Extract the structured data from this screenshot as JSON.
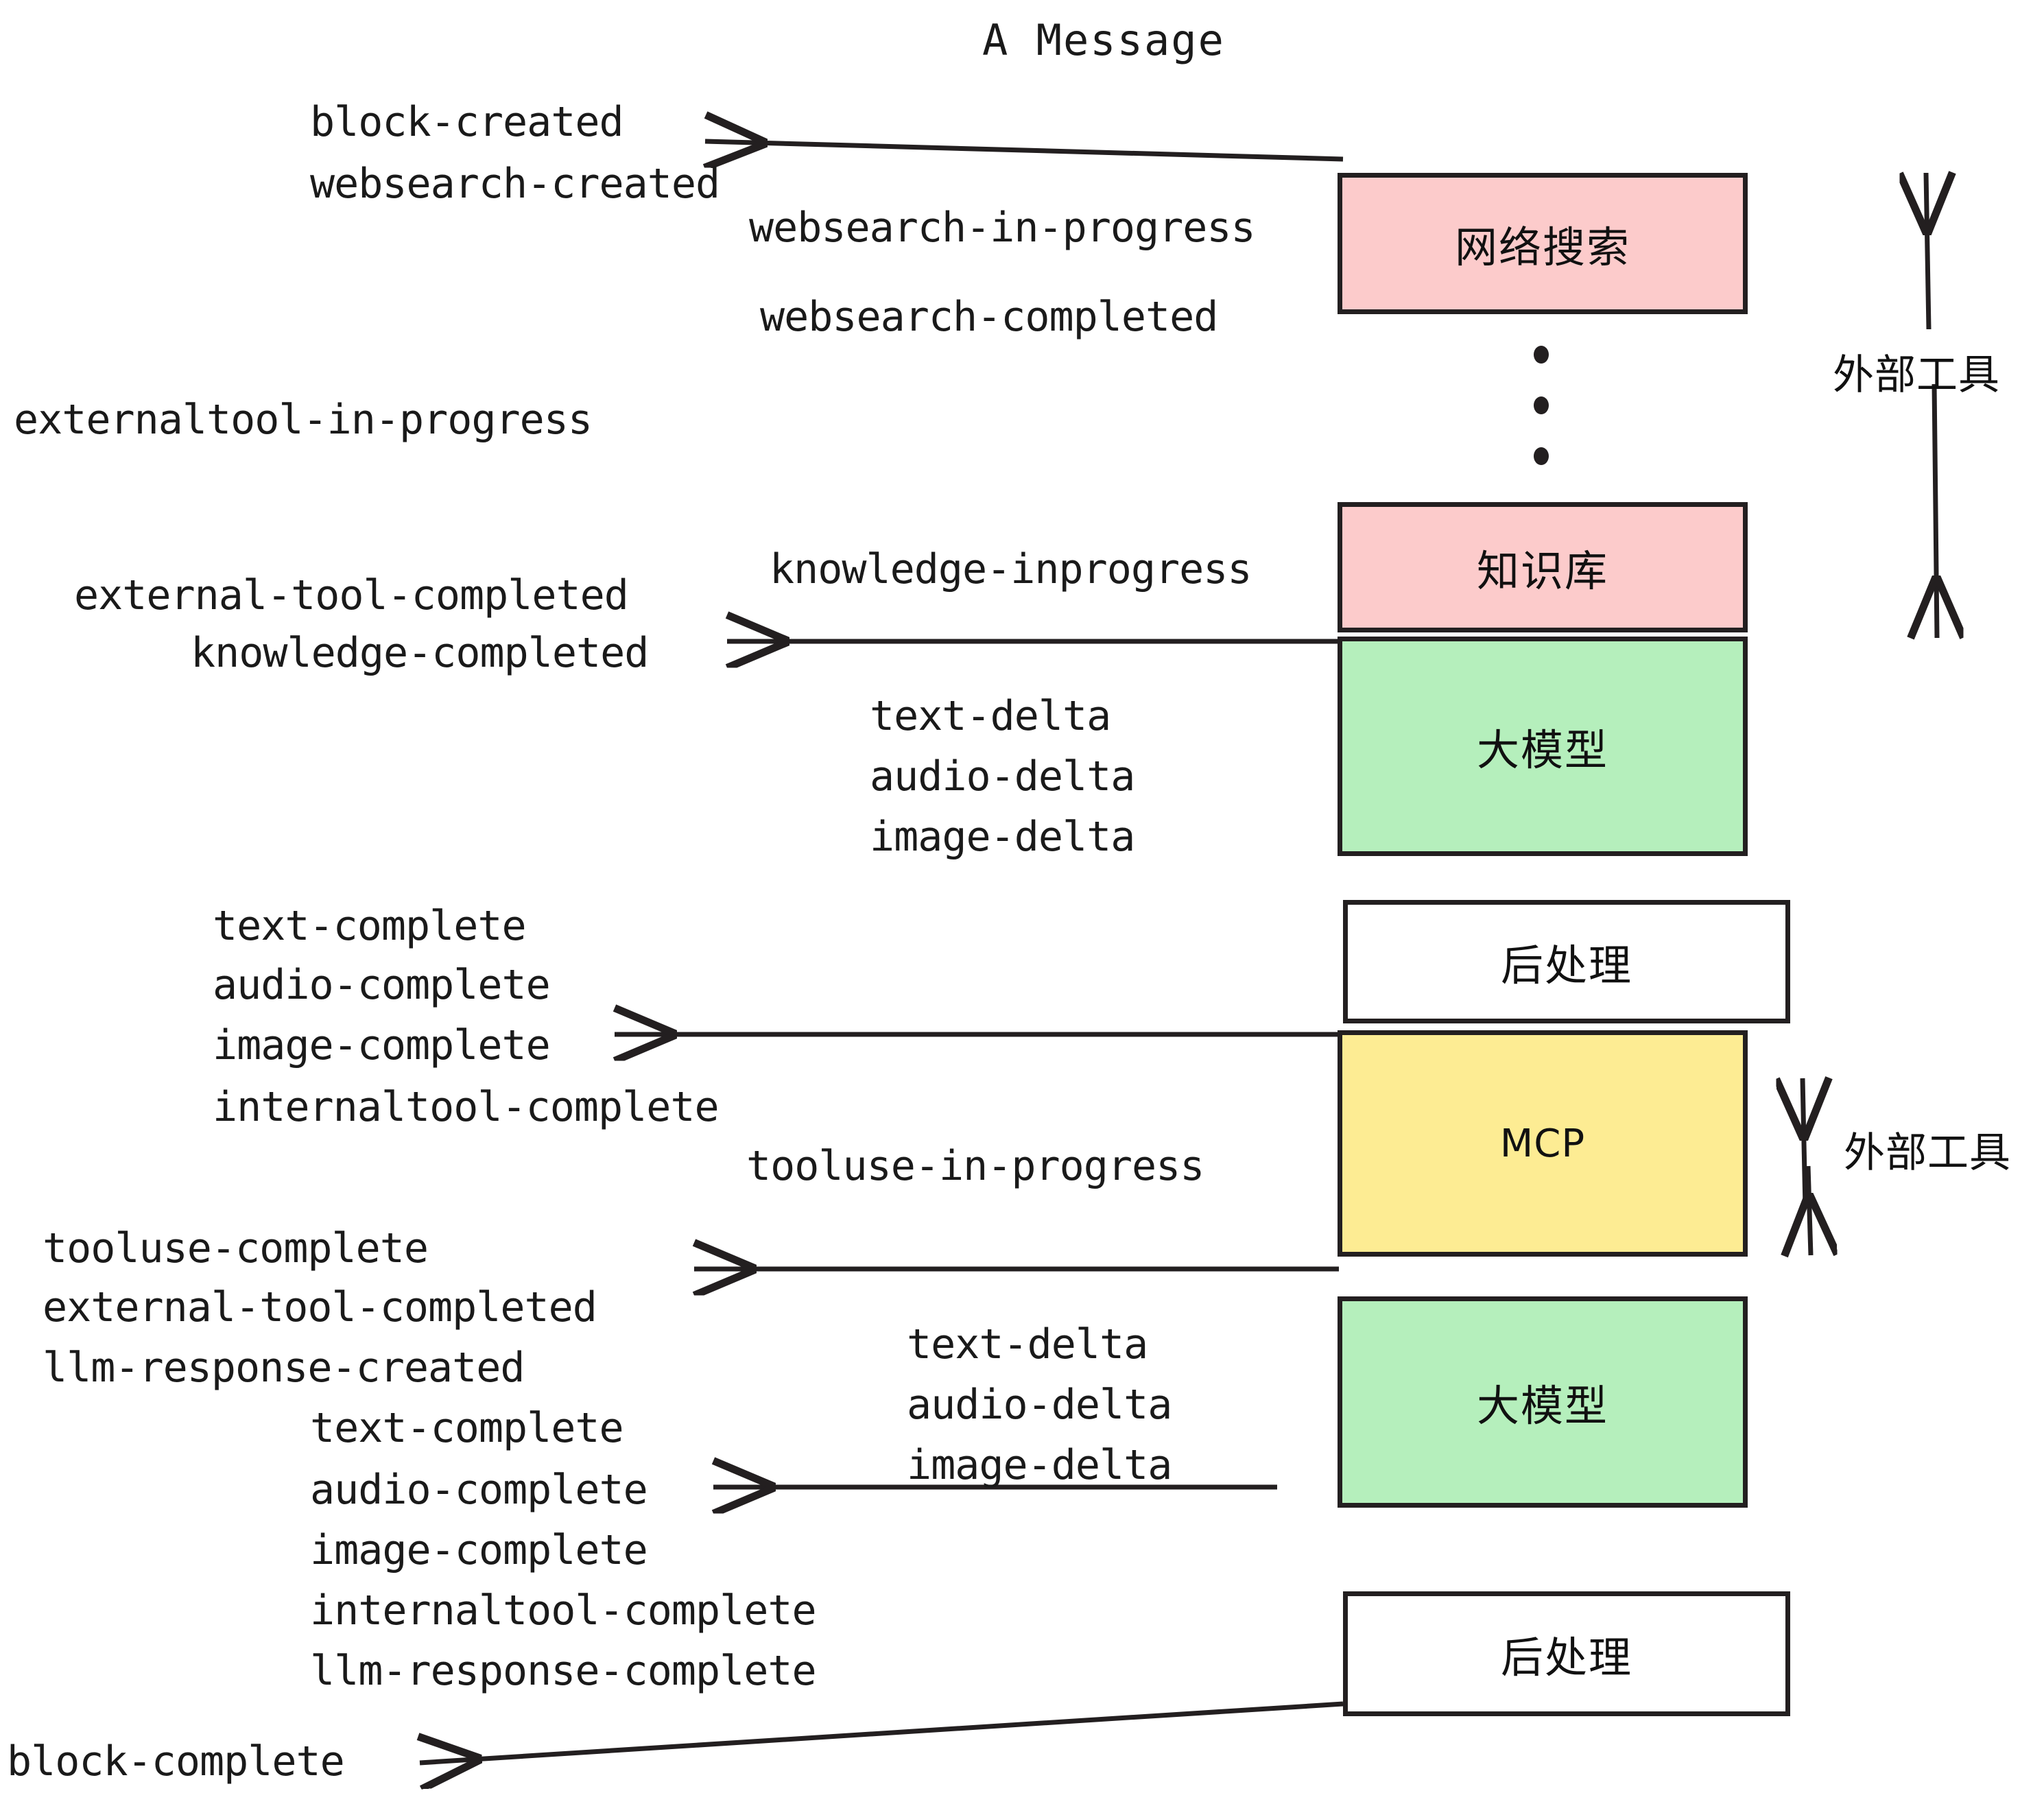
{
  "title": "A Message",
  "colors": {
    "pink": "#FCCBCB",
    "green": "#B5EFBC",
    "yellow": "#FDEC93",
    "white": "#FFFFFF",
    "stroke": "#231F20",
    "text": "#1A1A1A"
  },
  "nodes": [
    {
      "id": "websearch",
      "label": "网络搜索",
      "color": "pink"
    },
    {
      "id": "knowledge",
      "label": "知识库",
      "color": "pink"
    },
    {
      "id": "llm-1",
      "label": "大模型",
      "color": "green"
    },
    {
      "id": "postprocess-1",
      "label": "后处理",
      "color": "white"
    },
    {
      "id": "mcp",
      "label": "MCP",
      "color": "yellow"
    },
    {
      "id": "llm-2",
      "label": "大模型",
      "color": "green"
    },
    {
      "id": "postprocess-2",
      "label": "后处理",
      "color": "white"
    }
  ],
  "group_labels": [
    {
      "id": "external-tools-top",
      "label": "外部工具"
    },
    {
      "id": "external-tools-bottom",
      "label": "外部工具"
    }
  ],
  "events": {
    "block_created": "block-created",
    "websearch_created": "websearch-created",
    "websearch_in_progress": "websearch-in-progress",
    "websearch_completed": "websearch-completed",
    "externaltool_in_progress": "externaltool-in-progress",
    "knowledge_inprogress": "knowledge-inprogress",
    "external_tool_completed_1": "external-tool-completed",
    "knowledge_completed": "knowledge-completed",
    "text_delta_1": "text-delta",
    "audio_delta_1": "audio-delta",
    "image_delta_1": "image-delta",
    "text_complete_1": "text-complete",
    "audio_complete_1": "audio-complete",
    "image_complete_1": "image-complete",
    "internaltool_complete_1": "internaltool-complete",
    "tooluse_in_progress": "tooluse-in-progress",
    "tooluse_complete": "tooluse-complete",
    "external_tool_completed_2": "external-tool-completed",
    "llm_response_created": "llm-response-created",
    "text_delta_2": "text-delta",
    "audio_delta_2": "audio-delta",
    "image_delta_2": "image-delta",
    "text_complete_2": "text-complete",
    "audio_complete_2": "audio-complete",
    "image_complete_2": "image-complete",
    "internaltool_complete_2": "internaltool-complete",
    "llm_response_complete": "llm-response-complete",
    "block_complete": "block-complete"
  }
}
